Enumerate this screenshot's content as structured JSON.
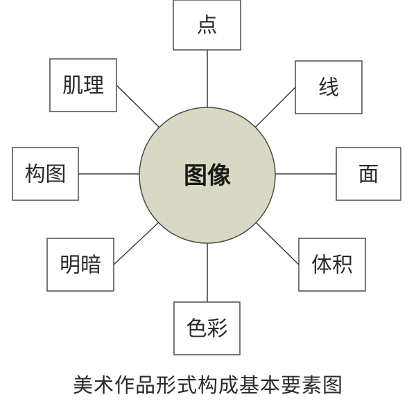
{
  "center": {
    "label": "图像"
  },
  "elements": [
    {
      "key": "point",
      "label": "点"
    },
    {
      "key": "line",
      "label": "线"
    },
    {
      "key": "plane",
      "label": "面"
    },
    {
      "key": "volume",
      "label": "体积"
    },
    {
      "key": "color",
      "label": "色彩"
    },
    {
      "key": "light-dark",
      "label": "明暗"
    },
    {
      "key": "composition",
      "label": "构图"
    },
    {
      "key": "texture",
      "label": "肌理"
    }
  ],
  "caption": "美术作品形式构成基本要素图",
  "colors": {
    "circle_fill": "#d8d8c4",
    "stroke": "#4a4a4a",
    "text": "#2a2a2a"
  }
}
